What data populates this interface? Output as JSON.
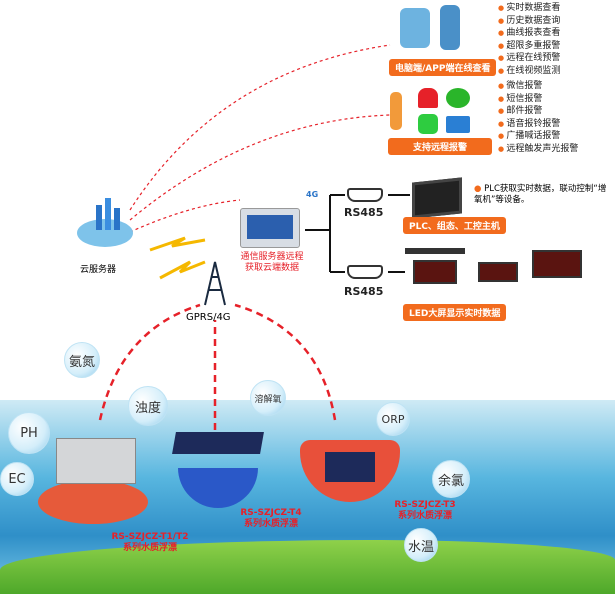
{
  "cloud": {
    "label": "云服务器"
  },
  "tower": {
    "label": "GPRS/4G"
  },
  "gateway": {
    "label_line1": "通信服务器远程",
    "label_line2": "获取云端数据",
    "signal": "4G"
  },
  "view_panel": {
    "badge": "电脑端/APP端在线查看",
    "features": [
      "实时数据查看",
      "历史数据查询",
      "曲线报表查看",
      "超限多重报警",
      "远程在线预警",
      "在线视频监测"
    ]
  },
  "alarm_panel": {
    "badge": "支持远程报警",
    "features": [
      "微信报警",
      "短信报警",
      "邮件报警",
      "语音报铃报警",
      "广播喊话报警",
      "远程触发声光报警"
    ]
  },
  "plc": {
    "port": "RS485",
    "badge": "PLC、组态、工控主机",
    "note": "PLC获取实时数据，联动控制“增氧机”等设备。"
  },
  "led": {
    "port": "RS485",
    "badge": "LED大屏显示实时数据"
  },
  "sensors": [
    "氨氮",
    "浊度",
    "PH",
    "EC",
    "溶解氧",
    "ORP",
    "余氯",
    "水温"
  ],
  "buoys": [
    {
      "model": "RS-SZJCZ-T1/T2",
      "desc": "系列水质浮漂"
    },
    {
      "model": "RS-SZJCZ-T4",
      "desc": "系列水质浮漂"
    },
    {
      "model": "RS-SZJCZ-T3",
      "desc": "系列水质浮漂"
    }
  ],
  "colors": {
    "accent": "#f26b1d",
    "red": "#e62129"
  }
}
